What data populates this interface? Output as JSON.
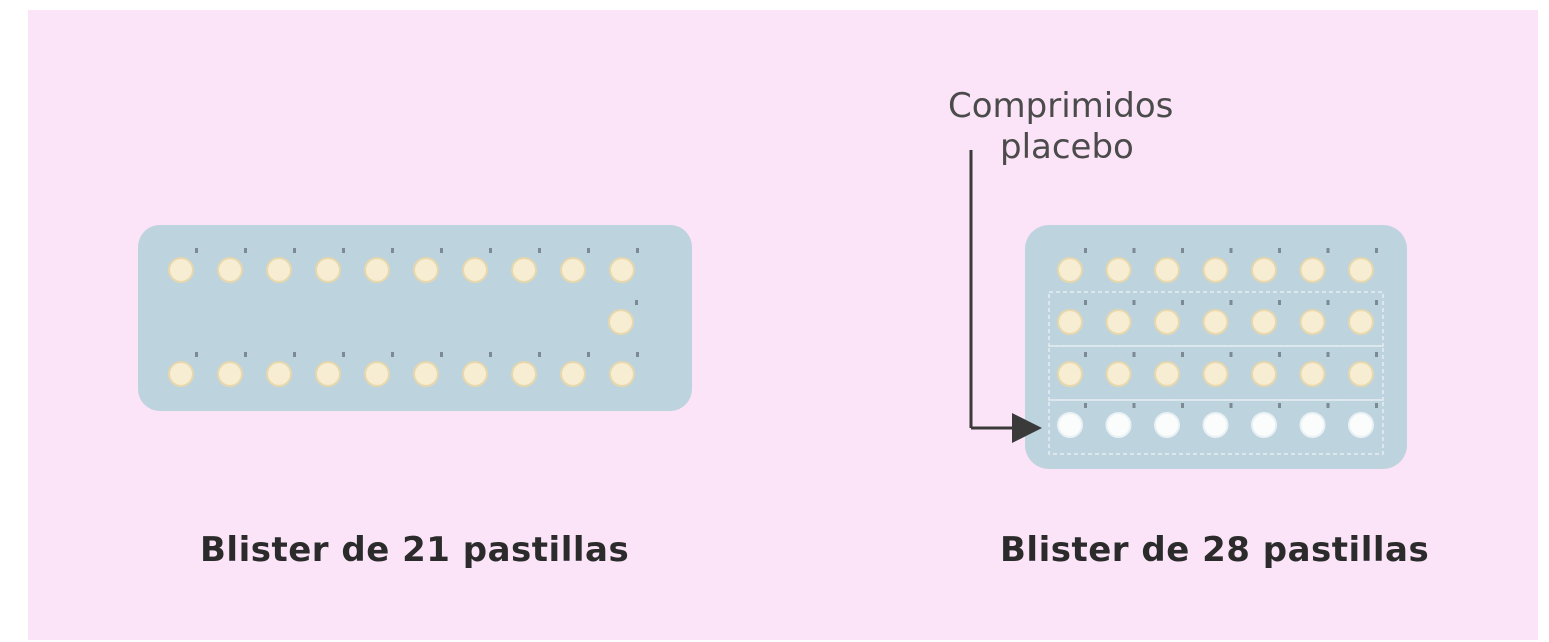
{
  "colors": {
    "background": "#fbe4f8",
    "blister": "#bdd3de",
    "pill_active": "#f6edd2",
    "pill_placebo": "#fbfdfd",
    "pill_outline": "#e6d7ad",
    "arrow": "#3a3a3a",
    "text": "#2b2b2b"
  },
  "annotation": {
    "line1": "Comprimidos",
    "line2": "placebo"
  },
  "blister_21": {
    "caption": "Blister de 21 pastillas",
    "active_pills": 21,
    "placebo_pills": 0
  },
  "blister_28": {
    "caption": "Blister de 28 pastillas",
    "active_pills": 21,
    "placebo_pills": 7
  }
}
